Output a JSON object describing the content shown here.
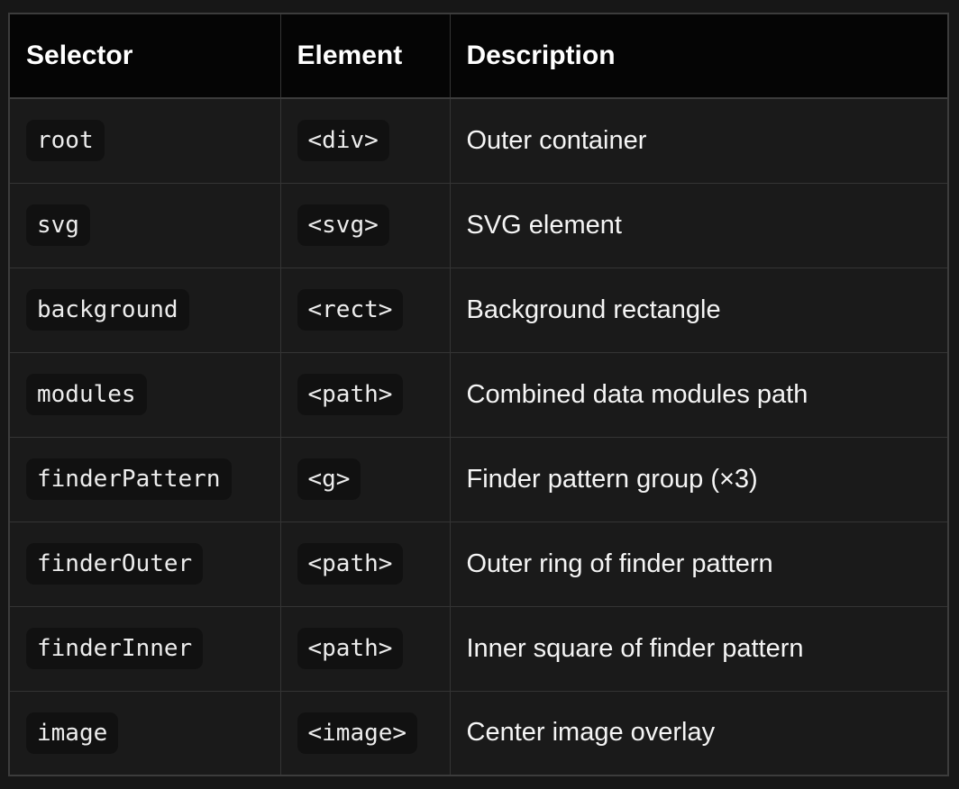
{
  "table": {
    "columns": [
      {
        "key": "selector",
        "label": "Selector"
      },
      {
        "key": "element",
        "label": "Element"
      },
      {
        "key": "description",
        "label": "Description"
      }
    ],
    "rows": [
      {
        "selector": "root",
        "element": "<div>",
        "description": "Outer container"
      },
      {
        "selector": "svg",
        "element": "<svg>",
        "description": "SVG element"
      },
      {
        "selector": "background",
        "element": "<rect>",
        "description": "Background rectangle"
      },
      {
        "selector": "modules",
        "element": "<path>",
        "description": "Combined data modules path"
      },
      {
        "selector": "finderPattern",
        "element": "<g>",
        "description": "Finder pattern group (×3)"
      },
      {
        "selector": "finderOuter",
        "element": "<path>",
        "description": "Outer ring of finder pattern"
      },
      {
        "selector": "finderInner",
        "element": "<path>",
        "description": "Inner square of finder pattern"
      },
      {
        "selector": "image",
        "element": "<image>",
        "description": "Center image overlay"
      }
    ]
  },
  "colors": {
    "page_background": "#171717",
    "row_background": "#1a1a1a",
    "header_background": "#050505",
    "border": "#3c3c3c",
    "text": "#f5f5f5",
    "code_badge_background": "#111111"
  }
}
